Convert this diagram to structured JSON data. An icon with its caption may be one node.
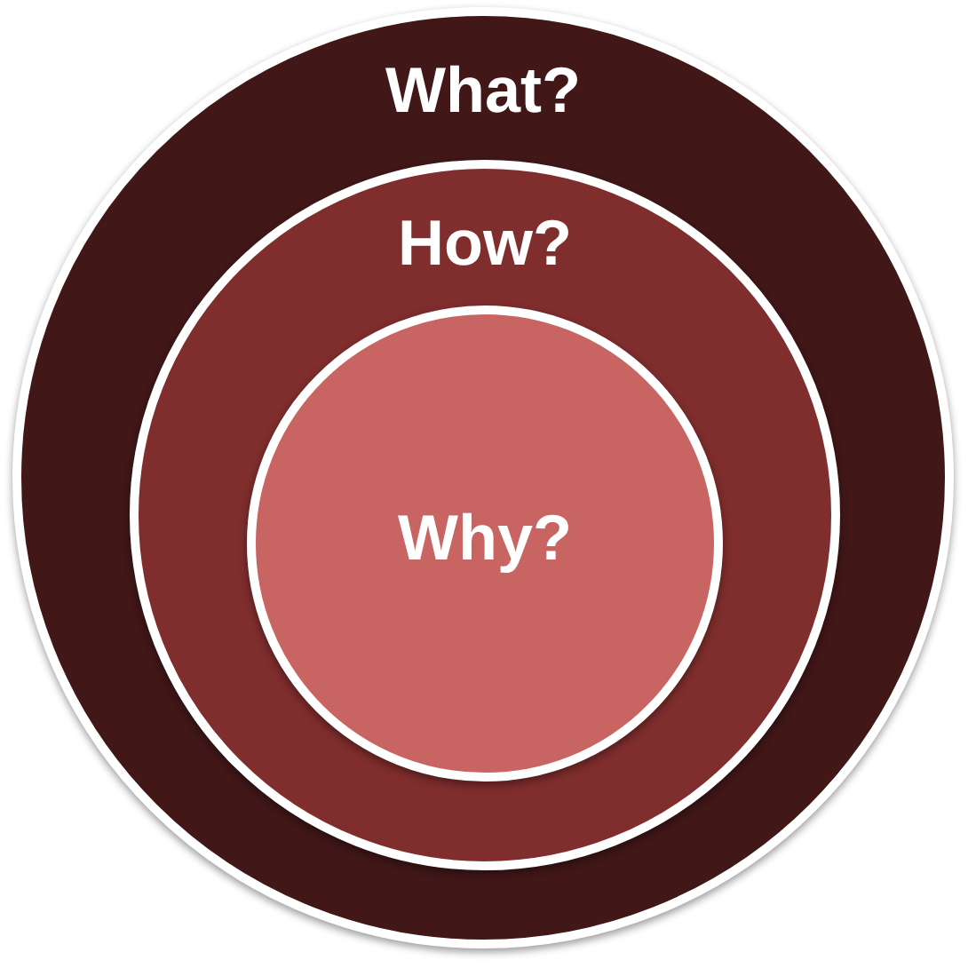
{
  "diagram": {
    "nodes": [
      {
        "text": [
          "What?"
        ]
      },
      {
        "text": [
          "How?"
        ],
        "in": 0
      },
      {
        "text": [
          "Why?"
        ],
        "in": 1
      }
    ]
  }
}
